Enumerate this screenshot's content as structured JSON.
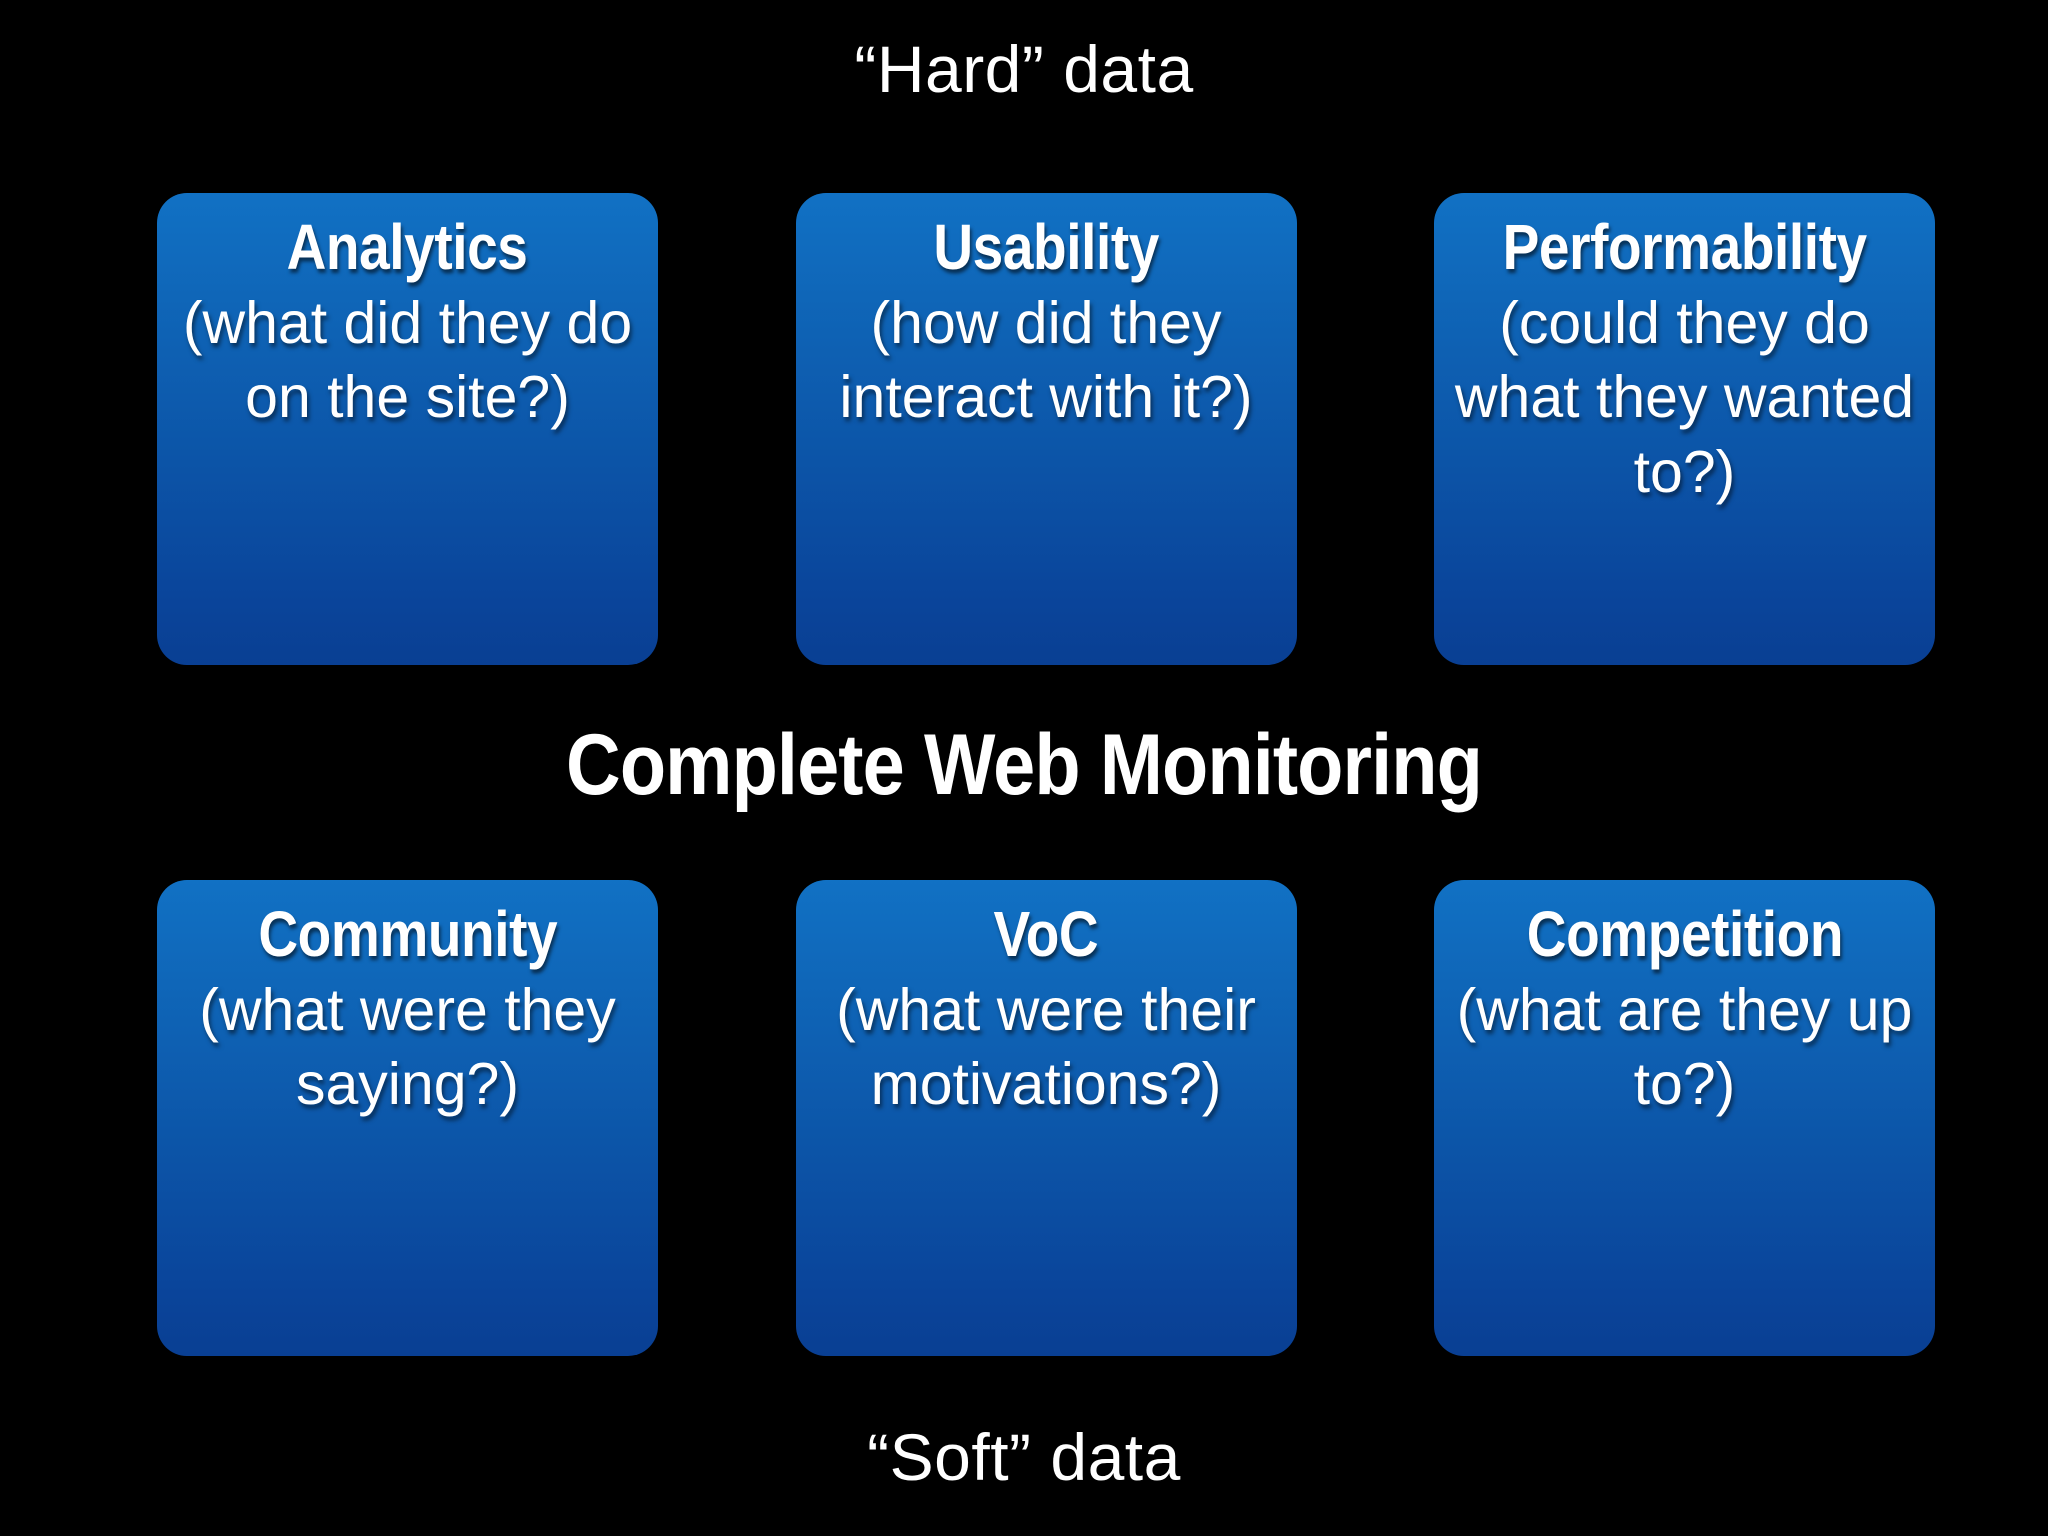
{
  "slide": {
    "background_color": "#000000",
    "top_axis_label": "“Hard” data",
    "bottom_axis_label": "“Soft” data",
    "center_title": "Complete Web Monitoring",
    "card_gradient_top": "#1171c4",
    "card_gradient_bottom": "#093f93",
    "text_color": "#ffffff"
  },
  "rows": {
    "hard": {
      "cards": [
        {
          "title": "Analytics",
          "description": "(what did they do on the site?)"
        },
        {
          "title": "Usability",
          "description": "(how did they interact with it?)"
        },
        {
          "title": "Performability",
          "description": "(could they do what they wanted to?)"
        }
      ]
    },
    "soft": {
      "cards": [
        {
          "title": "Community",
          "description": "(what were they saying?)"
        },
        {
          "title": "VoC",
          "description": "(what were their motivations?)"
        },
        {
          "title": "Competition",
          "description": "(what are they up to?)"
        }
      ]
    }
  }
}
